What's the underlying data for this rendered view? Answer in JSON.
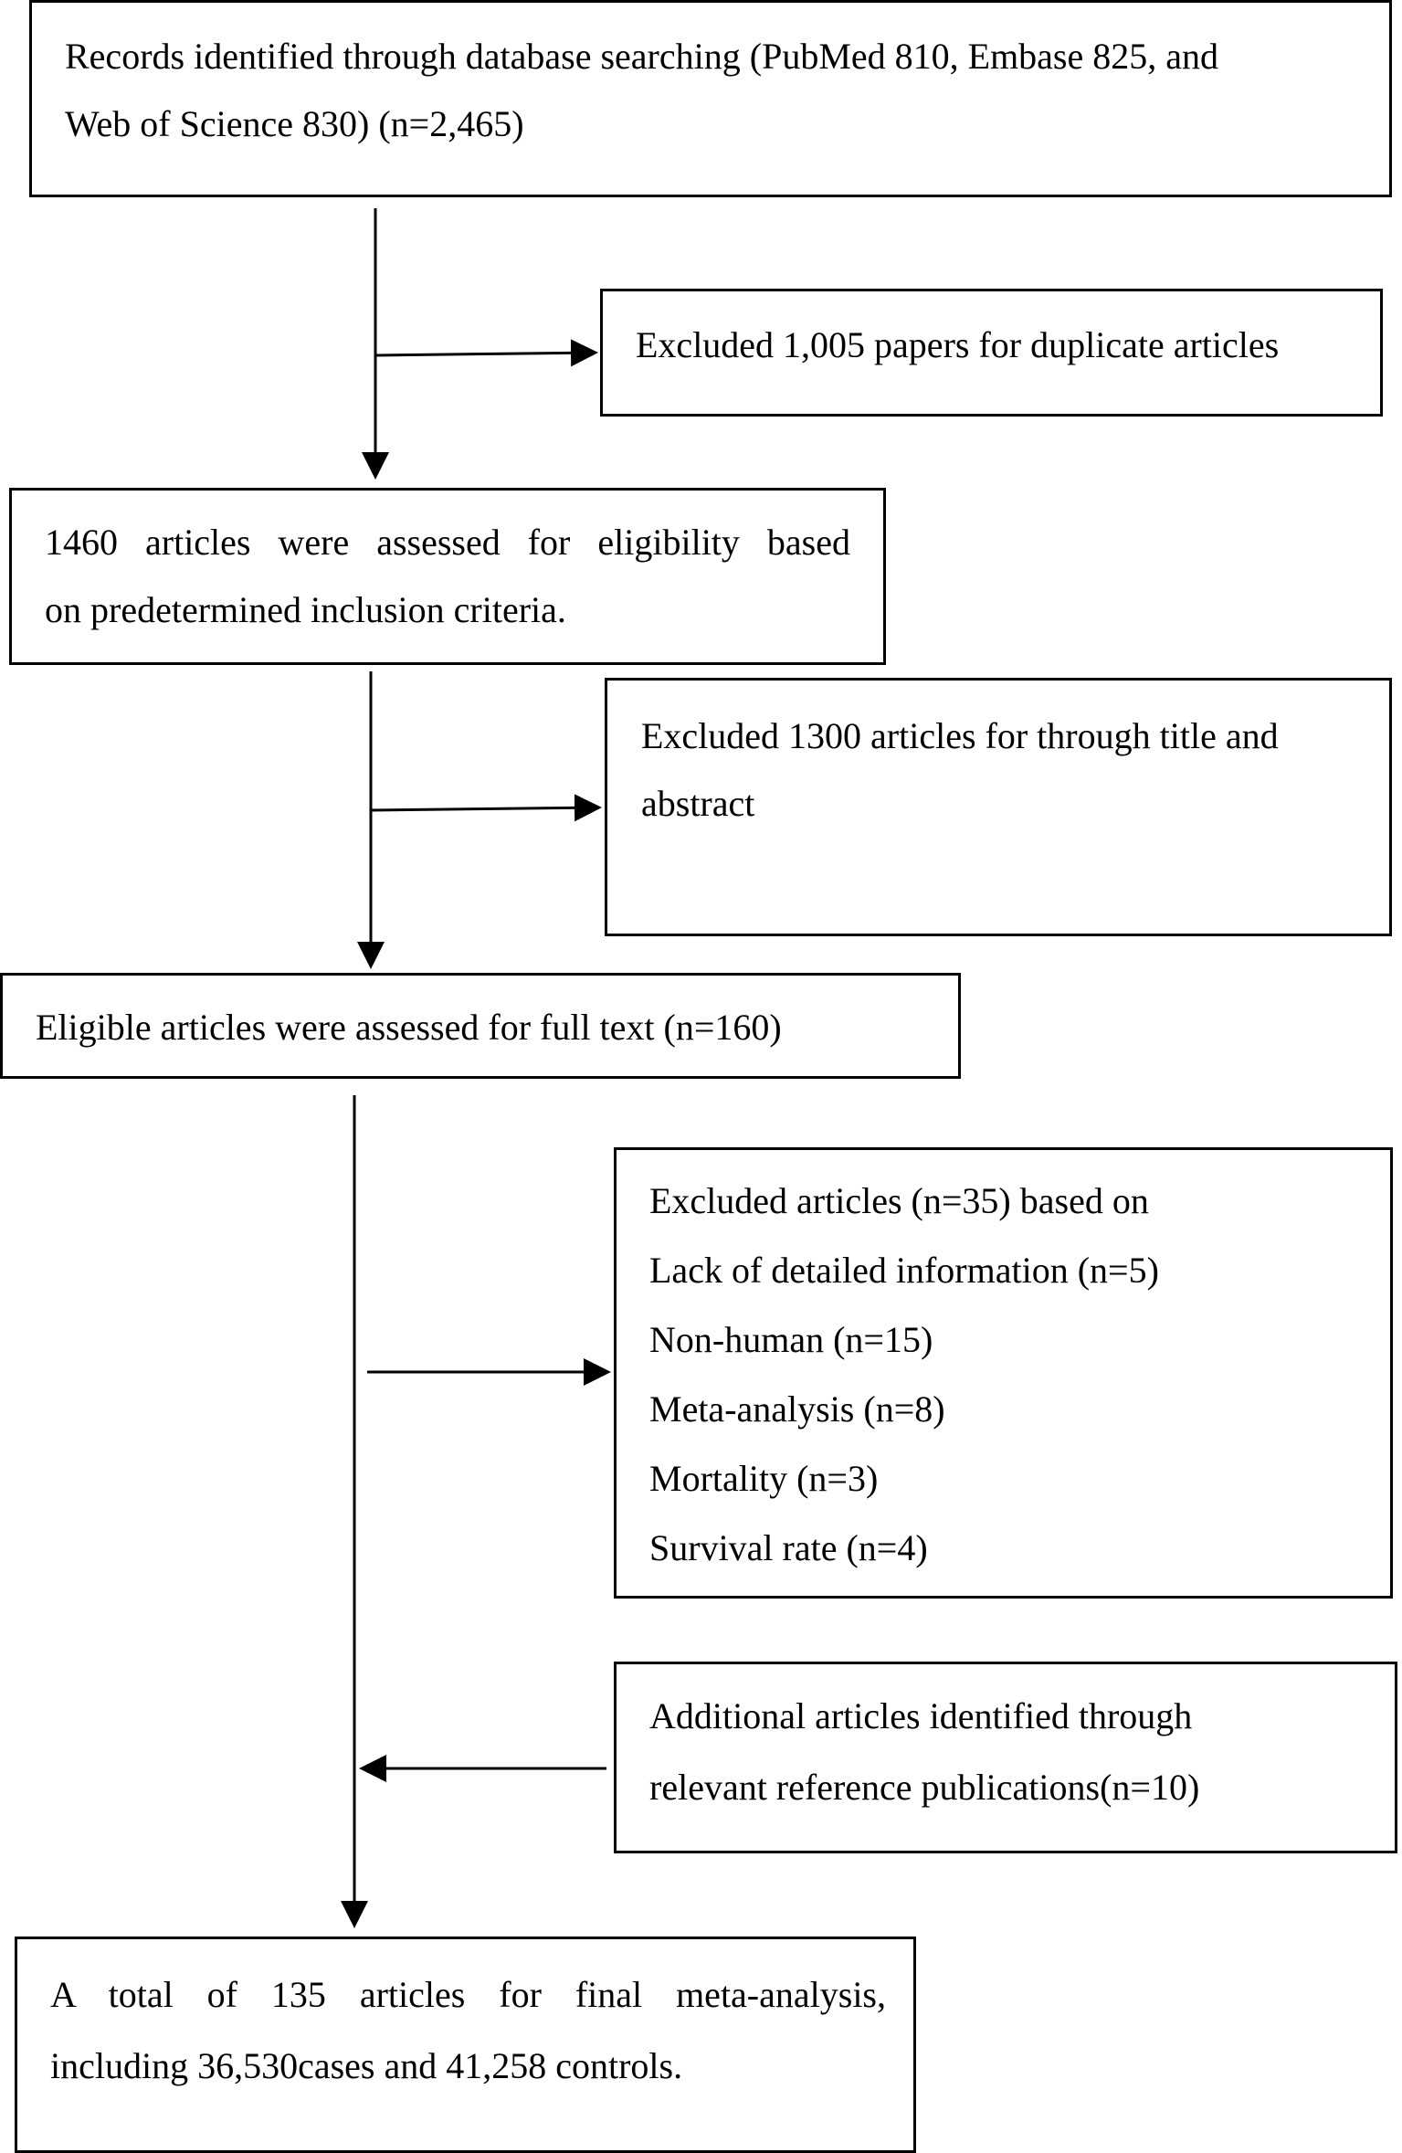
{
  "boxes": {
    "records": {
      "line1": "Records identified through database searching (PubMed 810, Embase 825, and",
      "line2": "Web of Science 830) (n=2,465)"
    },
    "excluded_duplicates": {
      "line1": "Excluded 1,005 papers for duplicate articles"
    },
    "assessed": {
      "line1": "1460 articles were assessed for eligibility based",
      "line2": "on predetermined inclusion criteria."
    },
    "excluded_title": {
      "line1": "Excluded 1300 articles for through title and",
      "line2": "abstract"
    },
    "eligible": {
      "line1": "Eligible articles were assessed for full text (n=160)"
    },
    "excluded_reasons": {
      "header": "Excluded articles (n=35) based on",
      "items": [
        "Lack of detailed information (n=5)",
        "Non-human (n=15)",
        "Meta-analysis (n=8)",
        "Mortality (n=3)",
        "Survival rate (n=4)"
      ]
    },
    "additional": {
      "line1": "Additional articles identified through",
      "line2": "relevant reference publications(n=10)"
    },
    "final": {
      "line1": "A total of 135 articles for final meta-analysis,",
      "line2": "including 36,530cases and 41,258 controls."
    }
  }
}
